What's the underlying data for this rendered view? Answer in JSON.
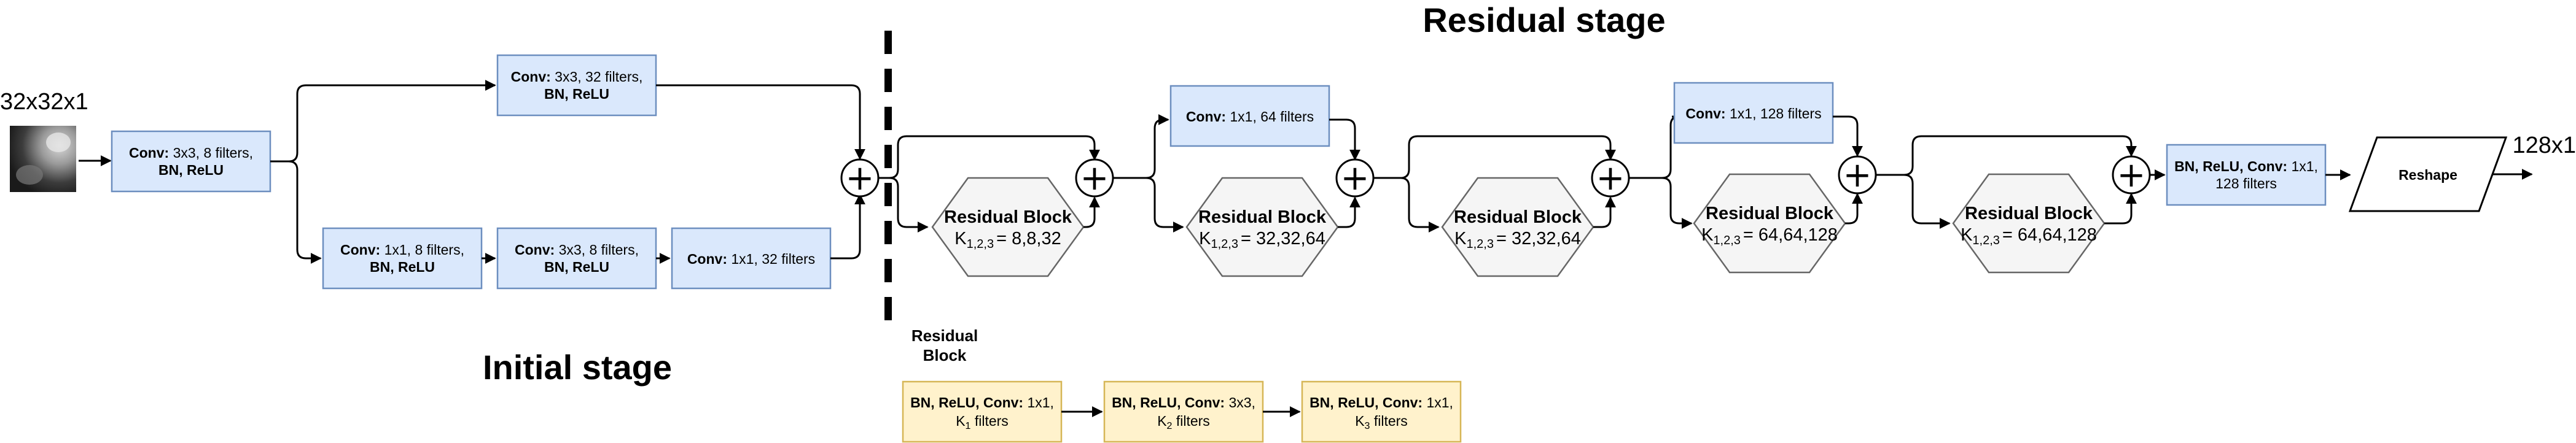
{
  "stage_labels": {
    "residual": "Residual stage",
    "initial": "Initial stage"
  },
  "io": {
    "input_label": "32x32x1",
    "output_label": "128x1",
    "input_image_icon": "grayscale-input-patch"
  },
  "initial_stage": {
    "conv_main": {
      "bold": "Conv:",
      "rest": " 3x3, 8 filters,",
      "line2": "BN, ReLU"
    },
    "conv_top": {
      "bold": "Conv:",
      "rest": " 3x3, 32 filters,",
      "line2": "BN, ReLU"
    },
    "conv_b1": {
      "bold": "Conv:",
      "rest": " 1x1, 8 filters,",
      "line2": "BN, ReLU"
    },
    "conv_b2": {
      "bold": "Conv:",
      "rest": " 3x3, 8 filters,",
      "line2": "BN, ReLU"
    },
    "conv_b3": {
      "bold": "Conv:",
      "rest": " 1x1, 32 filters"
    }
  },
  "sum_symbol": "+",
  "residual_stage": {
    "residual_block_label": "Residual Block",
    "k_prefix": "K",
    "k_sub": "1,2,3",
    "k_values": [
      "= 8,8,32",
      "= 32,32,64",
      "= 32,32,64",
      "= 64,64,128",
      "= 64,64,128"
    ],
    "conv_64": {
      "bold": "Conv:",
      "rest": " 1x1, 64 filters"
    },
    "conv_128": {
      "bold": "Conv:",
      "rest": " 1x1, 128 filters"
    },
    "final_block": {
      "bold": "BN, ReLU, Conv:",
      "rest": " 1x1,",
      "line2": "128 filters"
    },
    "reshape": "Reshape"
  },
  "residual_block_def": {
    "heading_line1": "Residual",
    "heading_line2": "Block",
    "blocks": [
      {
        "bold": "BN, ReLU, Conv:",
        "rest": " 1x1,",
        "k": "K",
        "sub": "1",
        "tail": " filters"
      },
      {
        "bold": "BN, ReLU, Conv:",
        "rest": " 3x3,",
        "k": "K",
        "sub": "2",
        "tail": " filters"
      },
      {
        "bold": "BN, ReLU, Conv:",
        "rest": " 1x1,",
        "k": "K",
        "sub": "3",
        "tail": " filters"
      }
    ]
  },
  "colors": {
    "conv_fill": "#dae8fc",
    "conv_stroke": "#6c8ebf",
    "def_fill": "#fff2cc",
    "def_stroke": "#d6b656",
    "hex_fill": "#f5f5f5",
    "hex_stroke": "#666666"
  }
}
